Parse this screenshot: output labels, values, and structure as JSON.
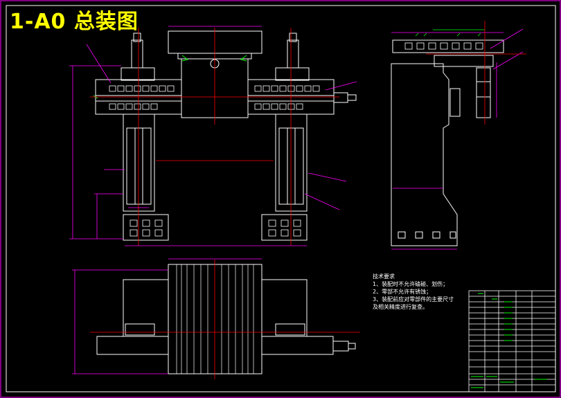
{
  "drawing": {
    "title": "1-A0 总装图",
    "colors": {
      "background": "#000000",
      "border": "#ff00ff",
      "outline": "#ffffff",
      "centerline": "#ff0000",
      "dimension": "#ff00ff",
      "title_text": "#ffff00",
      "hatch": "#00ff00"
    }
  },
  "technical_notes": {
    "heading": "技术要求",
    "lines": [
      "1、装配时不允许磕碰、划伤；",
      "2、零部不允许有锈蚀；",
      "3、装配前应对零部件的主要尺寸",
      "及相关精度进行复查。"
    ]
  }
}
